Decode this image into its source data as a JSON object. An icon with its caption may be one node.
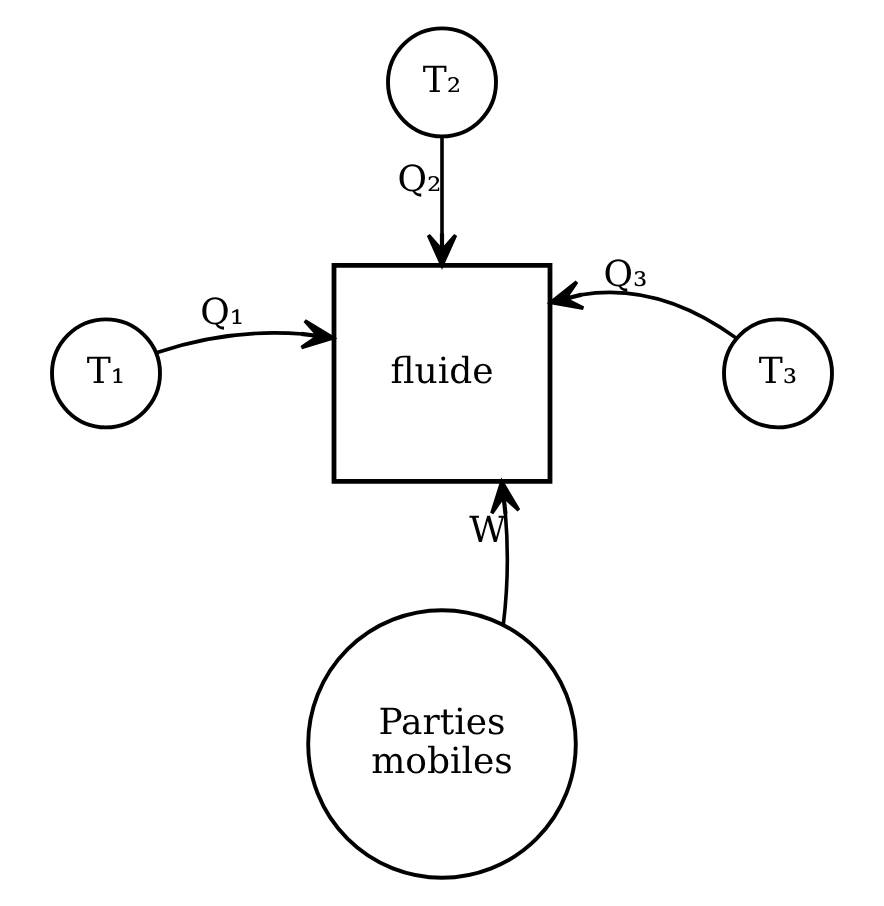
{
  "diagram": {
    "nodes": [
      {
        "text": [
          "T₂"
        ]
      },
      {
        "text": [
          "T₁"
        ]
      },
      {
        "text": [
          "fluide"
        ]
      },
      {
        "text": [
          "T₃"
        ]
      },
      {
        "text": [
          "Parties mobiles"
        ]
      }
    ],
    "edges": [
      {
        "from": 0,
        "to": 2,
        "arrow": "to",
        "label": "Q₂"
      },
      {
        "from": 1,
        "to": 2,
        "arrow": "to",
        "label": "Q₁"
      },
      {
        "from": 3,
        "to": 2,
        "arrow": "to",
        "label": "Q₃"
      },
      {
        "from": 4,
        "to": 2,
        "arrow": "to",
        "label": "W"
      }
    ]
  }
}
